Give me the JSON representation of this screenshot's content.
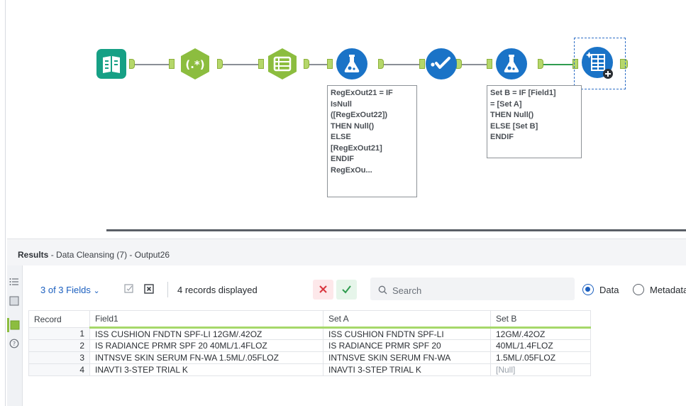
{
  "annotations": {
    "formula1": [
      "RegExOut21 = IF",
      "IsNull",
      "([RegExOut22])",
      "THEN Null()",
      "ELSE",
      "[RegExOut21]",
      "ENDIF",
      "RegExOu..."
    ],
    "formula2": [
      "Set B = IF [Field1]",
      "= [Set A]",
      "THEN Null()",
      "ELSE [Set B]",
      "ENDIF"
    ]
  },
  "results": {
    "title_bold": "Results",
    "title_rest": " - Data Cleansing (7) - Output26",
    "fields_dropdown": "3 of 3 Fields",
    "records_displayed": "4 records displayed",
    "search_placeholder": "Search",
    "view_data": "Data",
    "view_metadata": "Metadata",
    "columns": [
      "Record",
      "Field1",
      "Set A",
      "Set B"
    ],
    "rows": [
      {
        "record": "1",
        "field1": "ISS CUSHION FNDTN SPF-LI 12GM/.42OZ",
        "set_a": "ISS CUSHION FNDTN SPF-LI",
        "set_b": "12GM/.42OZ"
      },
      {
        "record": "2",
        "field1": "IS RADIANCE PRMR SPF 20 40ML/1.4FLOZ",
        "set_a": "IS RADIANCE PRMR SPF 20",
        "set_b": "40ML/1.4FLOZ"
      },
      {
        "record": "3",
        "field1": "INTNSVE SKIN SERUM FN-WA 1.5ML/.05FLOZ",
        "set_a": "INTNSVE SKIN SERUM FN-WA",
        "set_b": "1.5ML/.05FLOZ"
      },
      {
        "record": "4",
        "field1": "INAVTI 3-STEP TRIAL K",
        "set_a": "INAVTI 3-STEP TRIAL K",
        "set_b": "[Null]"
      }
    ]
  },
  "colors": {
    "input_tool": "#16a085",
    "regex_tool": "#8cbd3f",
    "formula_tool": "#1a73c7",
    "select_tool": "#1a73c7",
    "accent_blue": "#1b5fbf",
    "connector": "#8a8f96",
    "anchor": "#b5d76a"
  },
  "icons": [
    "input-data-icon",
    "regex-icon",
    "text-to-columns-icon",
    "formula-flask-icon",
    "select-records-icon",
    "browse-output-icon",
    "fields-list-icon",
    "table-view-icon",
    "side-panel-icon",
    "help-circle-icon",
    "checkbox-icon",
    "clear-filter-icon",
    "cancel-x-icon",
    "apply-check-icon",
    "search-icon"
  ]
}
